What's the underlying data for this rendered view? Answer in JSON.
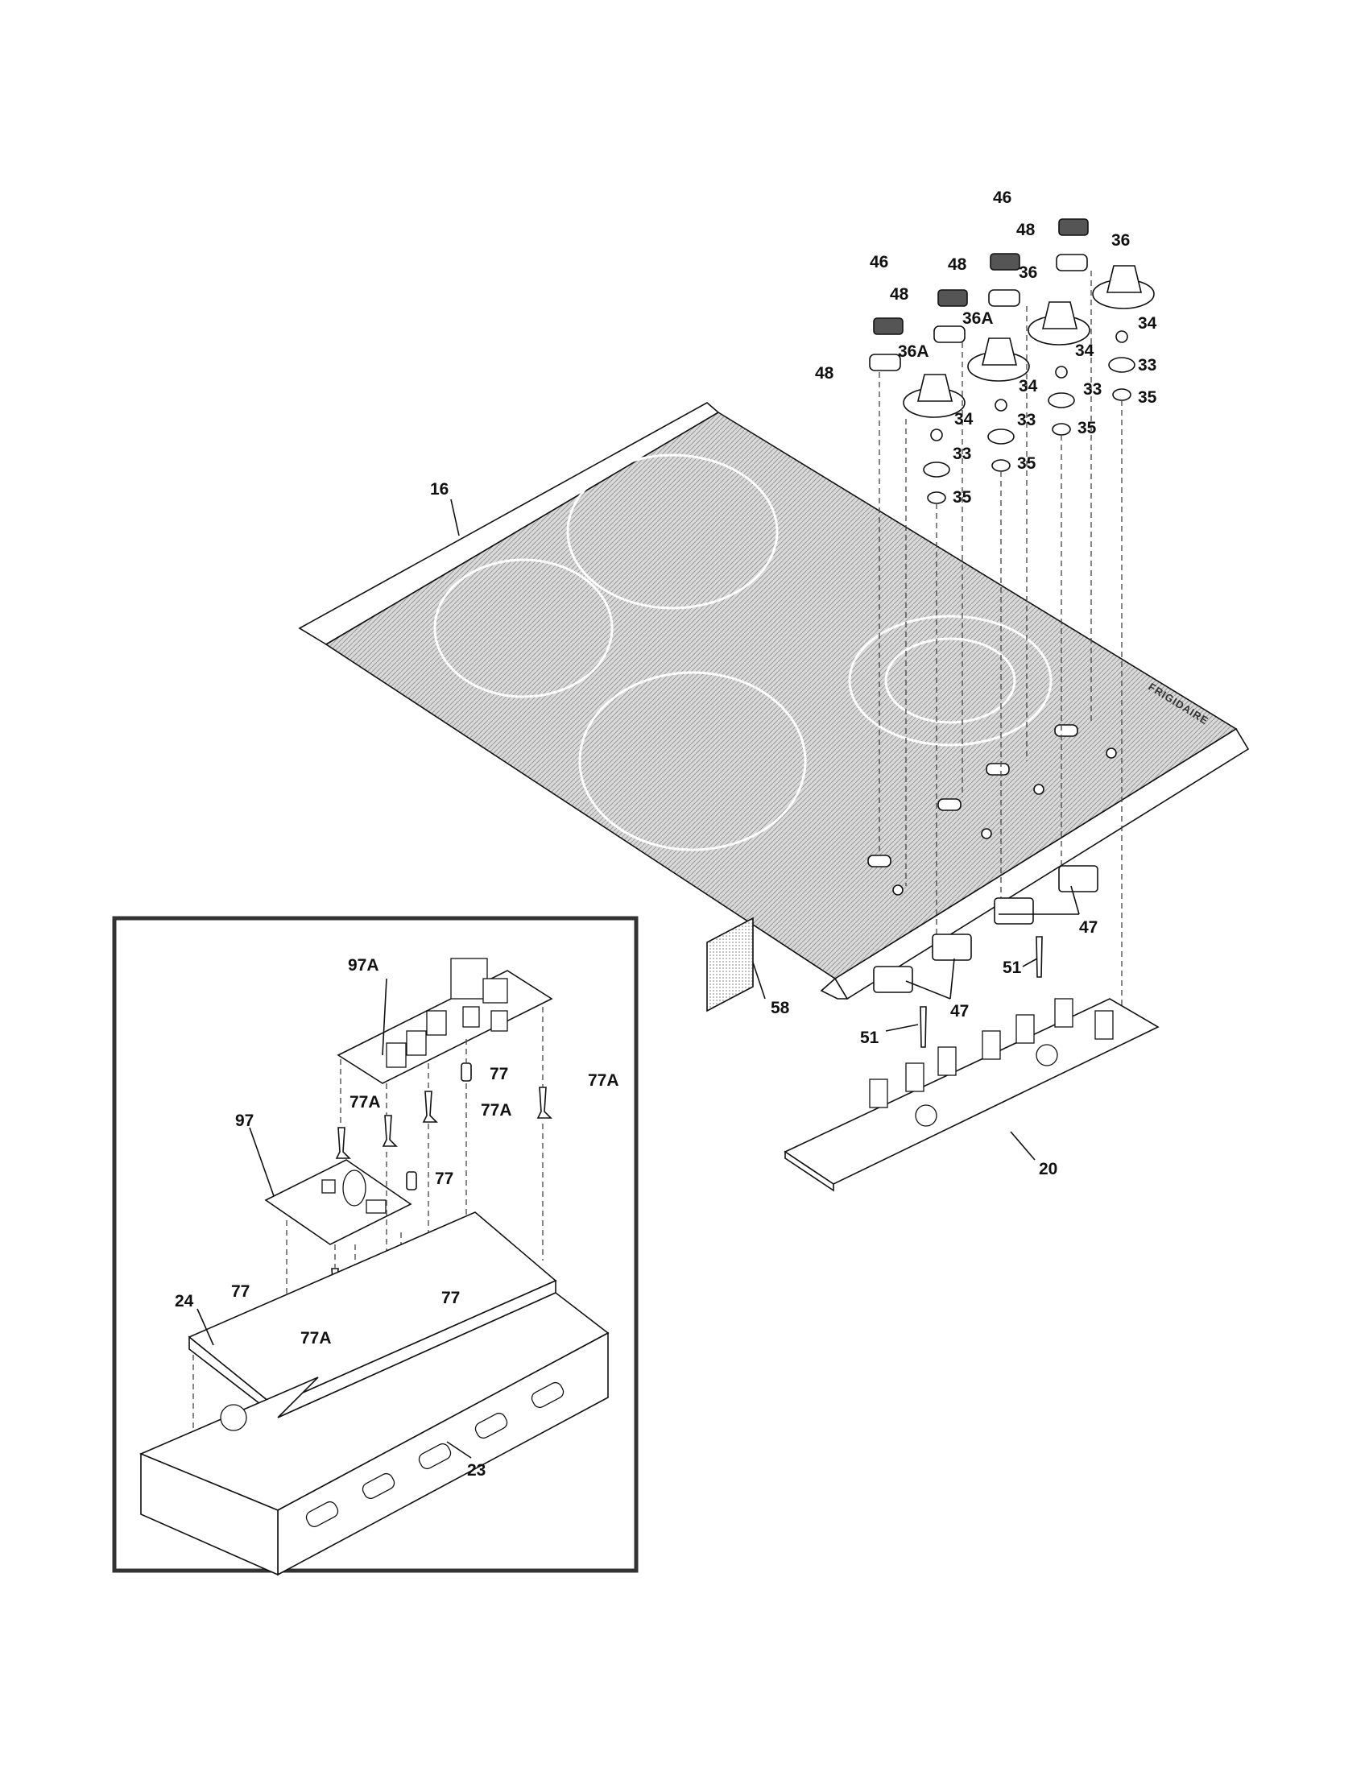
{
  "brand_mark": "FRIGIDAIRE",
  "callouts": {
    "c16": "16",
    "c20": "20",
    "c23": "23",
    "c24": "24",
    "c33": "33",
    "c34": "34",
    "c35": "35",
    "c36": "36",
    "c36a": "36A",
    "c46": "46",
    "c47": "47",
    "c48": "48",
    "c51": "51",
    "c58": "58",
    "c77": "77",
    "c77a": "77A",
    "c97": "97",
    "c97a": "97A"
  }
}
